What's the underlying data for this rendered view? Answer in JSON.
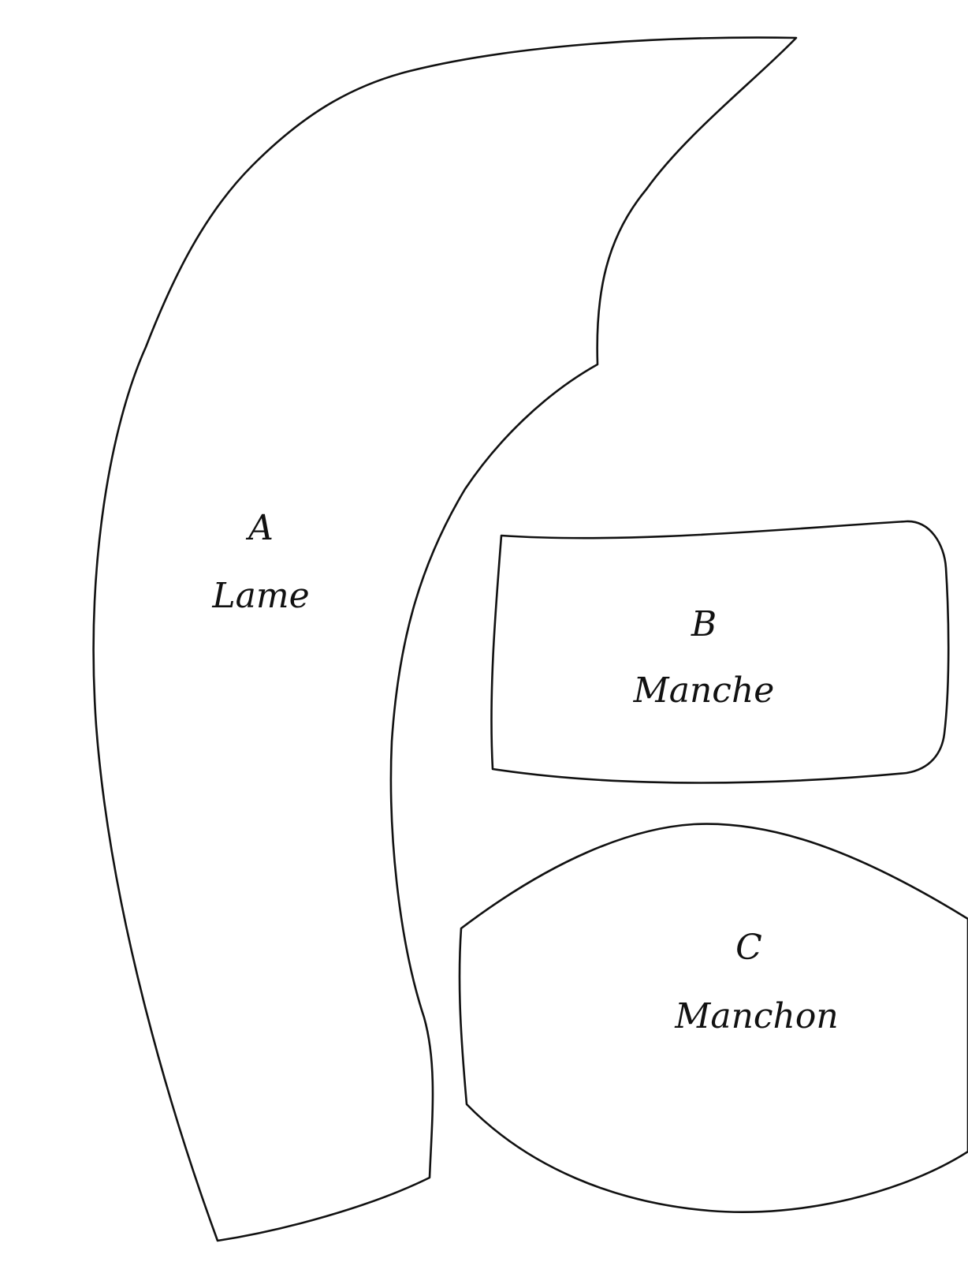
{
  "pieces": [
    {
      "letter": "A",
      "name": "Lame"
    },
    {
      "letter": "B",
      "name": "Manche"
    },
    {
      "letter": "C",
      "name": "Manchon"
    }
  ],
  "colors": {
    "background": "#ffffff",
    "ink": "#111111"
  }
}
